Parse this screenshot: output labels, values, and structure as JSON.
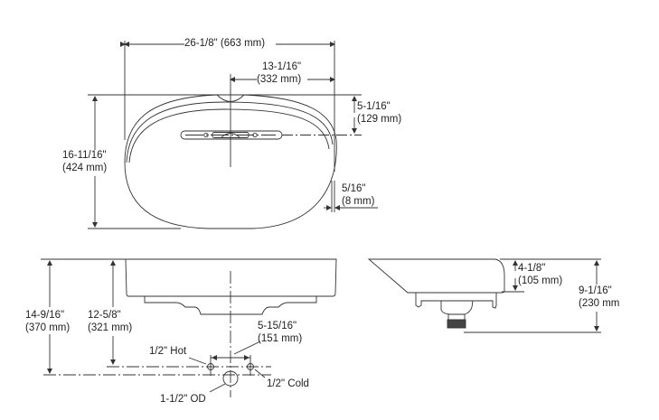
{
  "drawing": {
    "views": [
      "top-view",
      "front-view",
      "side-view"
    ],
    "line_color": "#333333"
  },
  "top_view": {
    "overall_width": {
      "imperial": "26-1/8\" (663 mm)"
    },
    "half_width": {
      "imperial": "13-1/16\"",
      "metric": "(332 mm)"
    },
    "faucet_deck_offset": {
      "imperial": "5-1/16\"",
      "metric": "(129 mm)"
    },
    "overall_depth": {
      "imperial": "16-11/16\"",
      "metric": "(424 mm)"
    },
    "rim_thickness": {
      "imperial": "5/16\"",
      "metric": "(8 mm)"
    }
  },
  "front_view": {
    "total_height": {
      "imperial": "14-9/16\"",
      "metric": "(370 mm)"
    },
    "supply_height": {
      "imperial": "12-5/8\"",
      "metric": "(321 mm)"
    },
    "supply_spacing": {
      "imperial": "5-15/16\"",
      "metric": "(151 mm)"
    },
    "hot_supply": "1/2\" Hot",
    "cold_supply": "1/2\" Cold",
    "drain": "1-1/2\" OD"
  },
  "side_view": {
    "basin_depth": {
      "imperial": "4-1/8\"",
      "metric": "(105 mm)"
    },
    "overall_height": {
      "imperial": "9-1/16\"",
      "metric": "(230 mm"
    }
  }
}
